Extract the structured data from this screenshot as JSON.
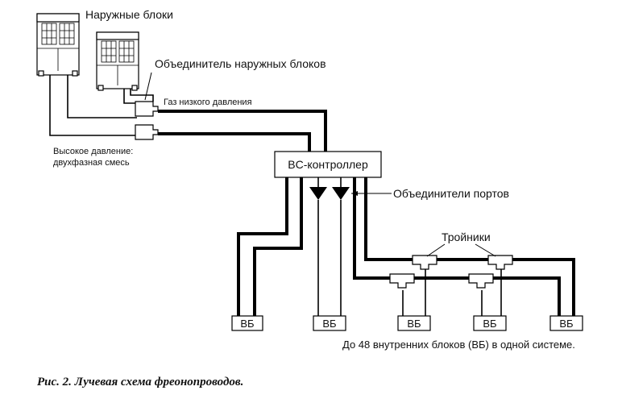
{
  "labels": {
    "outdoor_units": "Наружные блоки",
    "outdoor_joiner": "Объединитель наружных блоков",
    "low_pressure_gas": "Газ низкого давления",
    "high_pressure_line1": "Высокое давление:",
    "high_pressure_line2": "двухфазная смесь",
    "bc_controller": "BC-контроллер",
    "port_joiners": "Объединители портов",
    "tees": "Тройники",
    "max_units_note": "До 48 внутренних блоков (ВБ) в одной системе.",
    "caption": "Рис. 2. Лучевая схема фреоно­проводов."
  },
  "indoor_units": [
    "ВБ",
    "ВБ",
    "ВБ",
    "ВБ",
    "ВБ"
  ]
}
